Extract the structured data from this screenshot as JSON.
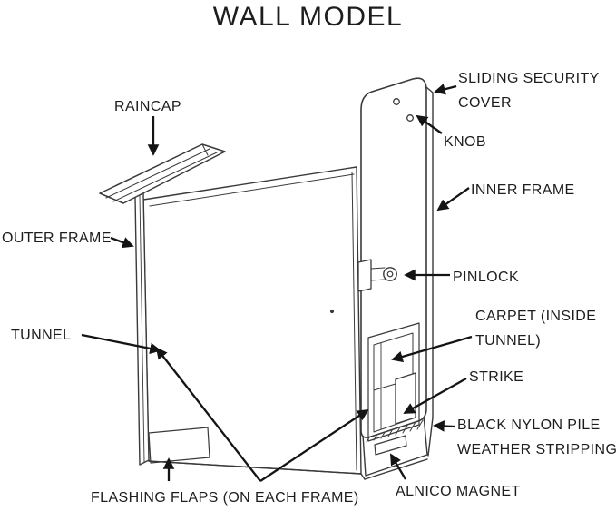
{
  "title": "WALL MODEL",
  "labels": {
    "raincap": "RAINCAP",
    "sliding_security_cover": "SLIDING SECURITY COVER",
    "knob": "KNOB",
    "inner_frame": "INNER FRAME",
    "outer_frame": "OUTER FRAME",
    "pinlock": "PINLOCK",
    "tunnel": "TUNNEL",
    "carpet_inside_tunnel": "CARPET (INSIDE TUNNEL)",
    "strike": "STRIKE",
    "weather_stripping": "BLACK NYLON PILE WEATHER STRIPPING",
    "alnico_magnet": "ALNICO MAGNET",
    "flashing_flaps": "FLASHING FLAPS (ON EACH FRAME)"
  },
  "colors": {
    "text": "#1d1d1d",
    "drawing_line": "#3a3a3a",
    "arrow": "#141414",
    "background": "#ffffff"
  }
}
